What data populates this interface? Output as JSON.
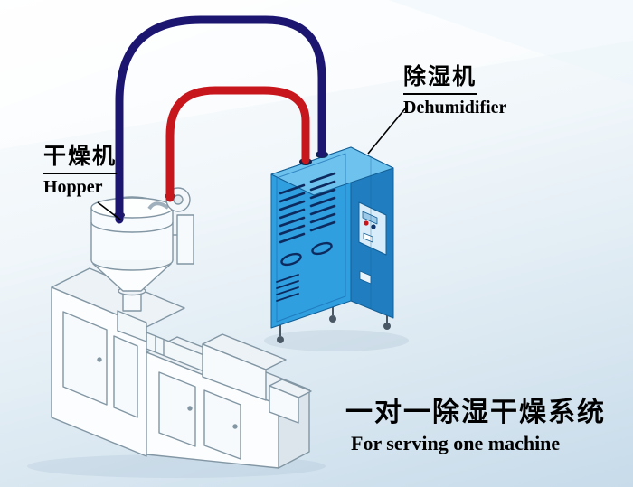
{
  "diagram": {
    "labels": {
      "hopper": {
        "cn": "干燥机",
        "en": "Hopper"
      },
      "dehumidifier": {
        "cn": "除湿机",
        "en": "Dehumidifier"
      }
    },
    "title": {
      "cn": "一对一除湿干燥系统",
      "en": "For serving one machine"
    },
    "colors": {
      "pipe_red": "#c8161d",
      "pipe_navy": "#1c1670",
      "cabinet_front": "#2f9fdf",
      "cabinet_side": "#1f7dc0",
      "cabinet_top": "#6ec3ee",
      "cabinet_detail": "#0d2a5e",
      "machine_line": "#8296a3",
      "text": "#000000"
    }
  }
}
